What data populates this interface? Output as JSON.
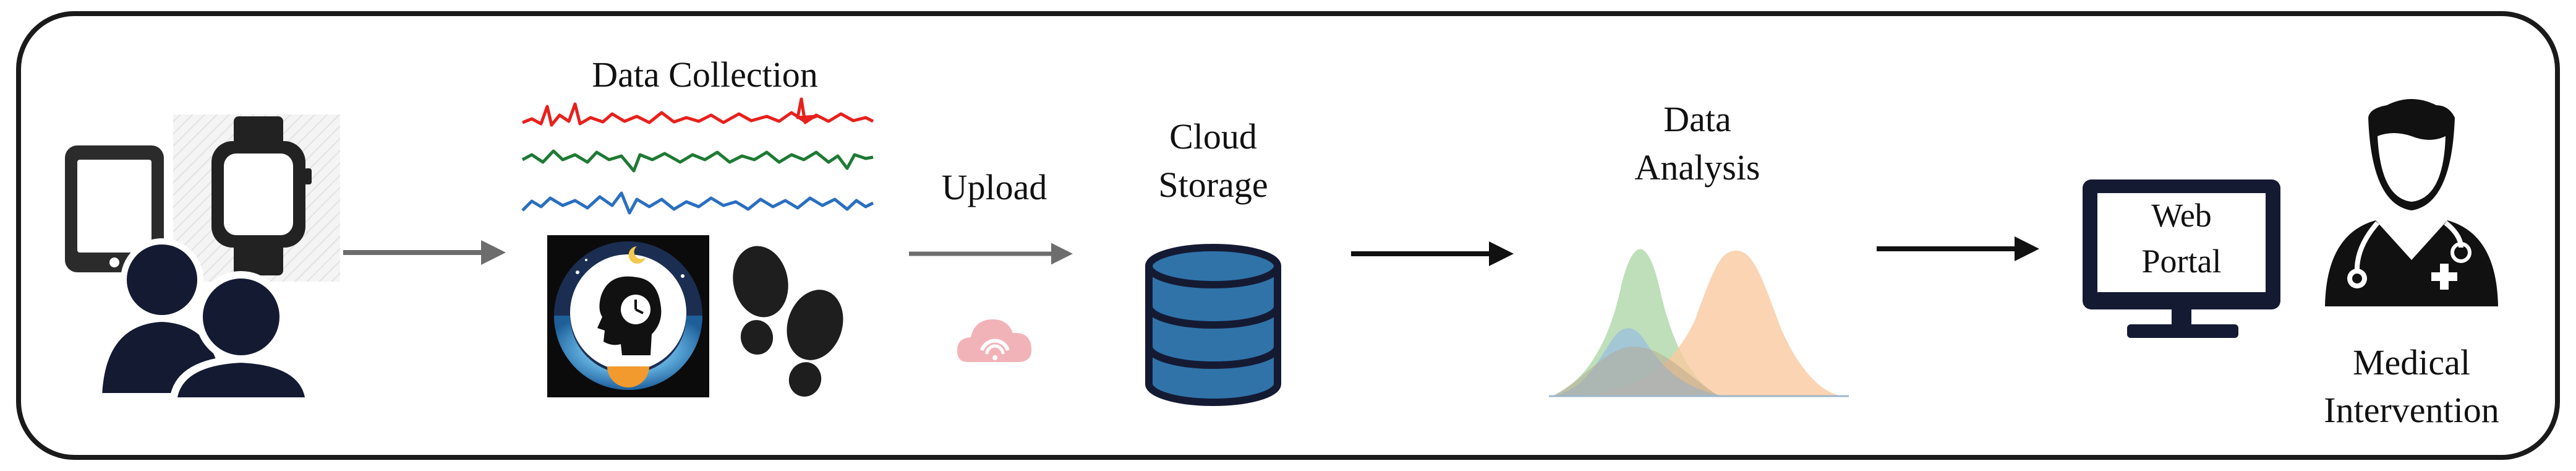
{
  "labels": {
    "data_collection": "Data Collection",
    "upload": "Upload",
    "cloud_storage_line1": "Cloud",
    "cloud_storage_line2": "Storage",
    "data_analysis_line1": "Data",
    "data_analysis_line2": "Analysis",
    "web_portal_line1": "Web",
    "web_portal_line2": "Portal",
    "medical_line1": "Medical",
    "medical_line2": "Intervention"
  },
  "icons": [
    "tablet-icon",
    "smartwatch-icon",
    "users-icon",
    "signal-traces",
    "sleep-clock-icon",
    "footprints-icon",
    "wifi-cloud-icon",
    "database-icon",
    "distribution-curves",
    "monitor-icon",
    "doctor-icon"
  ],
  "colors": {
    "frame": "#1a1a1a",
    "dark_icon": "#151a33",
    "signal_red": "#e8201c",
    "signal_green": "#1e7a34",
    "signal_blue": "#2a6fc0",
    "gray_arrow": "#6d6d6d",
    "black_arrow": "#111111",
    "database_fill": "#2f73a9",
    "cloud_pink": "#f2b3b8",
    "curve_green": "#a9d4a3",
    "curve_orange": "#f9c9a0",
    "curve_blue": "#9cc1dc"
  }
}
